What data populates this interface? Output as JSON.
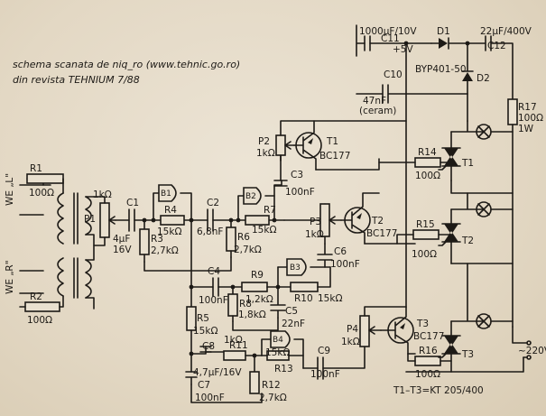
{
  "header": {
    "line1": "schema scanata de niq_ro (www.tehnic.go.ro)",
    "line2": "din revista TEHNIUM 7/88"
  },
  "inputs": {
    "left": "WE „L\"",
    "right": "WE „R\""
  },
  "components": {
    "R1": "R1",
    "R1_val": "100Ω",
    "R2": "R2",
    "R2_val": "100Ω",
    "P1": "P1",
    "P1_val": "1kΩ",
    "C1": "C1",
    "C1_val": "4µF",
    "C1_volt": "16V",
    "R3": "R3",
    "R3_val": "2,7kΩ",
    "B1": "B1",
    "R4": "R4",
    "R4_val": "15kΩ",
    "C2": "C2",
    "C2_val": "6,8nF",
    "B2": "B2",
    "R6": "R6",
    "R6_val": "2,7kΩ",
    "R7": "R7",
    "R7_val": "15kΩ",
    "C3": "C3",
    "C3_val": "100nF",
    "P2": "P2",
    "P2_val": "1kΩ",
    "T1": "T1",
    "T1_type": "BC177",
    "R14": "R14",
    "R14_val": "100Ω",
    "P3": "P3",
    "P3_val": "1kΩ",
    "T2": "T2",
    "T2_type": "BC177",
    "R15": "R15",
    "R15_val": "100Ω",
    "C6": "C6",
    "C6_val": "100nF",
    "B3": "B3",
    "C4": "C4",
    "C4_val": "100nF",
    "R9": "R9",
    "R9_val": "1,2kΩ",
    "R8": "R8",
    "R8_val": "1,8kΩ",
    "R10": "R10",
    "R10_val": "15kΩ",
    "C5": "C5",
    "C5_val": "22nF",
    "R5": "R5",
    "R5_val": "15kΩ",
    "C8": "C8",
    "C8_val": "4,7µF/16V",
    "R11": "R11",
    "R11_val": "1kΩ",
    "B4": "B4",
    "R13": "R13",
    "R13_val": "15kΩ",
    "C9": "C9",
    "C9_val": "100nF",
    "C7": "C7",
    "C7_val": "100nF",
    "R12": "R12",
    "R12_val": "2,7kΩ",
    "P4": "P4",
    "P4_val": "1kΩ",
    "T3": "T3",
    "T3_type": "BC177",
    "R16": "R16",
    "R16_val": "100Ω",
    "C11": "C11",
    "C11_val": "1000µF/10V",
    "supply": "+5V",
    "D1": "D1",
    "D1_type": "BYP401-50",
    "D2": "D2",
    "C12": "C12",
    "C12_val": "22µF/400V",
    "C10": "C10",
    "C10_val": "47nF",
    "C10_note": "(ceram)",
    "R17": "R17",
    "R17_val": "100Ω",
    "R17_pow": "1W",
    "TR1": "T1",
    "TR2": "T2",
    "TR3": "T3",
    "mains": "~220V",
    "triac_note": "T1–T3=KT 205/400"
  }
}
